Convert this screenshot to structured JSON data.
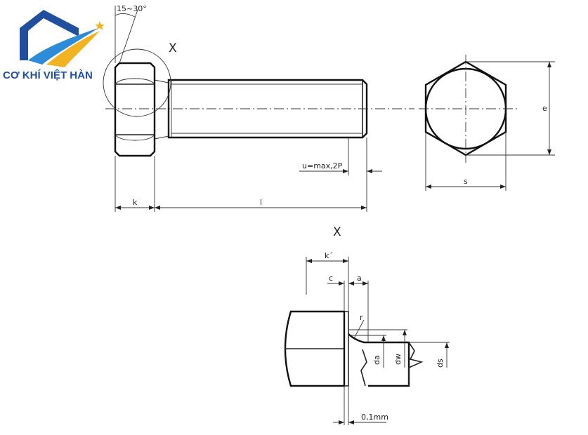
{
  "logo": {
    "brand_name": "CƠ KHÍ VIỆT HÀN",
    "colors": {
      "navy": "#1f4f9e",
      "sky": "#2d8bd8",
      "gold": "#f2b322"
    }
  },
  "labels": {
    "angle": "15~30°",
    "detail_mark": "X",
    "e": "e",
    "s": "s",
    "k": "k",
    "l": "l",
    "u": "u=max,2P",
    "detail_title": "X",
    "k_prime": "k´",
    "c": "c",
    "a": "a",
    "r": "r",
    "da": "da",
    "dw": "dw",
    "ds": "ds",
    "tolerance": "0,1mm"
  }
}
